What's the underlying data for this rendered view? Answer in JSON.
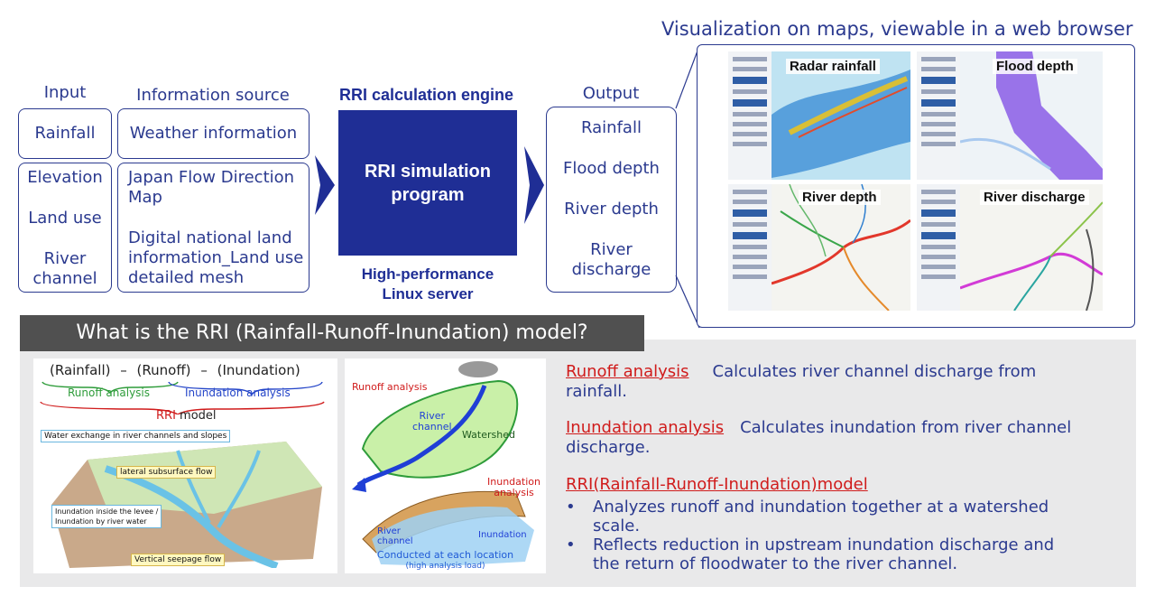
{
  "headers": {
    "input": "Input",
    "info_source": "Information source",
    "engine_title": "RRI calculation engine",
    "output": "Output",
    "visualization": "Visualization on maps, viewable in a web browser"
  },
  "input_boxes": {
    "rainfall": "Rainfall",
    "elevation": "Elevation",
    "land_use": "Land use",
    "river": "River",
    "channel": "channel"
  },
  "source_boxes": {
    "weather": "Weather information",
    "jfd_line1": "Japan Flow Direction",
    "jfd_line2": "Map",
    "dnl_line1": "Digital national land",
    "dnl_line2": "information_Land use",
    "dnl_line3": "detailed mesh"
  },
  "engine": {
    "line1": "RRI simulation",
    "line2": "program",
    "server_line1": "High-performance",
    "server_line2": "Linux server"
  },
  "output_box": {
    "rainfall": "Rainfall",
    "flood_depth": "Flood depth",
    "river_depth": "River depth",
    "river": "River",
    "discharge": "discharge"
  },
  "maps": {
    "radar": "Radar rainfall",
    "flood": "Flood depth",
    "river_depth": "River depth",
    "river_discharge": "River discharge"
  },
  "banner": "What is the RRI (Rainfall-Runoff-Inundation) model?",
  "diagram_left": {
    "formula_rain": "(Rainfall)",
    "dash1": "–",
    "formula_runoff": "(Runoff)",
    "dash2": "–",
    "formula_inund": "(Inundation)",
    "runoff_analysis": "Runoff analysis",
    "inundation_analysis": "Inundation analysis",
    "rri_model_rri": "RRI",
    "rri_model_word": " model",
    "water_exchange": "Water exchange in river channels and slopes",
    "lateral": "lateral subsurface flow",
    "inundation_levee_1": "Inundation inside the levee /",
    "inundation_levee_2": "Inundation by river water",
    "vertical": "Vertical seepage flow"
  },
  "diagram_mid": {
    "runoff_analysis": "Runoff analysis",
    "river": "River",
    "channel": "channel",
    "watershed": "Watershed",
    "inundation": "Inundation",
    "analysis": "analysis",
    "river2": "River",
    "channel2": "channel",
    "inundation2": "Inundation",
    "conducted": "Conducted at each location",
    "high_load": "(high analysis load)"
  },
  "descriptions": {
    "runoff_term": "Runoff analysis",
    "runoff_text_1": "Calculates river channel discharge from",
    "runoff_text_2": "rainfall.",
    "inund_term": "Inundation analysis",
    "inund_text_1": "Calculates inundation from river channel",
    "inund_text_2": "discharge.",
    "rri_term": "RRI(Rainfall-Runoff-Inundation)model",
    "bullet1_1": "Analyzes runoff and inundation together at a watershed",
    "bullet1_2": "scale.",
    "bullet2_1": "Reflects reduction in upstream inundation discharge and",
    "bullet2_2": "the return of floodwater to the river channel.",
    "bullet_glyph": "•"
  },
  "colors": {
    "navy": "#1f2e95",
    "text_blue": "#2b3a8f",
    "red": "#d01c1c",
    "banner_grey": "#505050",
    "panel_grey": "#e9e9ea"
  }
}
